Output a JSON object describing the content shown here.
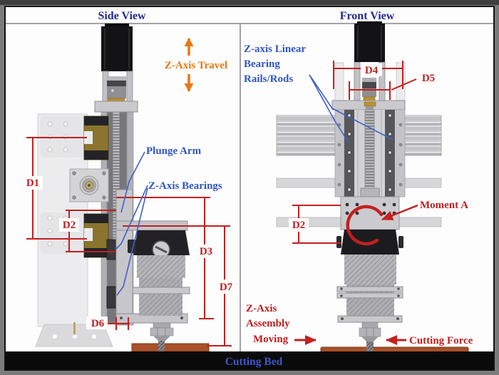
{
  "titles": {
    "side": "Side View",
    "front": "Front View"
  },
  "footer": {
    "cutting_bed": "Cutting Bed"
  },
  "side_view": {
    "z_axis_travel": "Z-Axis Travel",
    "plunge_arm": "Plunge Arm",
    "z_axis_bearings": "Z-Axis Bearings",
    "dims": {
      "d1": "D1",
      "d2": "D2",
      "d3": "D3",
      "d6": "D6",
      "d7": "D7"
    }
  },
  "front_view": {
    "rails_label": {
      "line1": "Z-axis Linear",
      "line2": "Bearing",
      "line3": "Rails/Rods"
    },
    "moment_a": "Moment A",
    "assembly_moving": {
      "line1": "Z-Axis",
      "line2": "Assembly",
      "line3": "Moving"
    },
    "cutting_force": "Cutting Force",
    "dims": {
      "d2": "D2",
      "d4": "D4",
      "d5": "D5"
    }
  },
  "colors": {
    "dimension_red": "#c32020",
    "label_blue": "#2f56c5",
    "leader_blue": "#4060c8",
    "title_navy": "#232a8c",
    "travel_orange": "#e77817",
    "cutting_bed_blue": "#3f56c8",
    "bed_brown": "#a8512a",
    "bearing_gold": "#8a742e",
    "frame_gray": "#7b7b7b",
    "bar_black": "#0a0a0a"
  }
}
